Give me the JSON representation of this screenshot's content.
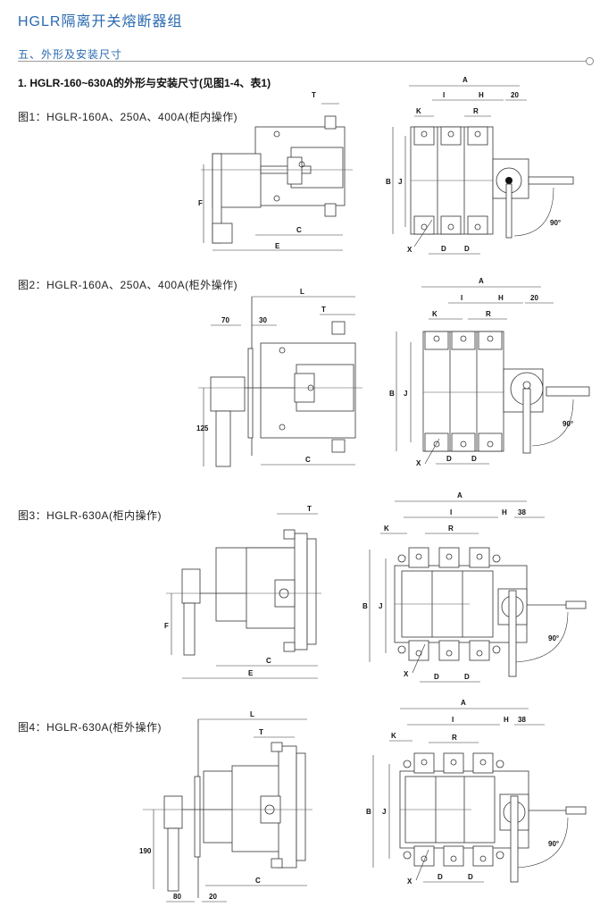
{
  "header": {
    "title": "HGLR隔离开关熔断器组",
    "section": "五、外形及安装尺寸",
    "subheading": "1. HGLR-160~630A的外形与安装尺寸(见图1-4、表1)"
  },
  "figures": [
    {
      "caption": "图1：HGLR-160A、250A、400A(柜内操作)",
      "side_labels": [
        "T",
        "F",
        "C",
        "E"
      ],
      "front_labels": [
        "A",
        "I",
        "H",
        "20",
        "K",
        "R",
        "B",
        "J",
        "X",
        "D",
        "D",
        "90°"
      ]
    },
    {
      "caption": "图2：HGLR-160A、250A、400A(柜外操作)",
      "side_labels": [
        "L",
        "T",
        "70",
        "30",
        "125",
        "C"
      ],
      "front_labels": [
        "A",
        "I",
        "H",
        "20",
        "K",
        "R",
        "B",
        "J",
        "X",
        "D",
        "D",
        "90°"
      ]
    },
    {
      "caption": "图3：HGLR-630A(柜内操作)",
      "side_labels": [
        "T",
        "F",
        "C",
        "E"
      ],
      "front_labels": [
        "A",
        "I",
        "H",
        "38",
        "K",
        "R",
        "B",
        "J",
        "X",
        "D",
        "D",
        "90°"
      ]
    },
    {
      "caption": "图4：HGLR-630A(柜外操作)",
      "side_labels": [
        "L",
        "T",
        "190",
        "C",
        "80",
        "20"
      ],
      "front_labels": [
        "A",
        "I",
        "H",
        "38",
        "K",
        "R",
        "B",
        "J",
        "X",
        "D",
        "D",
        "90°"
      ]
    }
  ],
  "colors": {
    "heading": "#2a6ab0",
    "rule": "#9a9a9a",
    "line": "#333333"
  }
}
